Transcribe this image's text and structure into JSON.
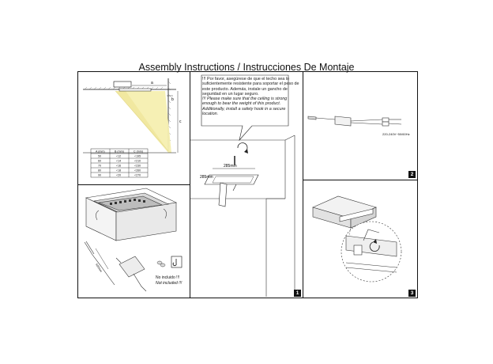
{
  "title": "Assembly Instructions / Instrucciones De Montaje",
  "table": {
    "headers": [
      "A (mm)",
      "B (mm)",
      "C (mm)"
    ],
    "rows": [
      [
        "50",
        "<12",
        "<195"
      ],
      [
        "60",
        "<14",
        "<210"
      ],
      [
        "70",
        "<16",
        "<230"
      ],
      [
        "80",
        "<18",
        "<260"
      ],
      [
        "90",
        "<20",
        "<270"
      ]
    ]
  },
  "diagram1": {
    "a_label": "a",
    "c_label": "c",
    "b_label": "b"
  },
  "note": {
    "es": "!!! Por favor, asegúrese de que el techo sea lo suficientemente resistente para soportar el peso de este producto. Además, instale un gancho de seguridad en un lugar seguro.",
    "en": "!!! Please make sure that the ceiling is strong enough to bear the weight of this product. Additionally, install a safety hook in a secure location."
  },
  "cutout": {
    "width_label": "285mm",
    "height_label": "285mm"
  },
  "driver_label": "220-240V~50/60Hz",
  "cable_label": "600mm",
  "not_included": {
    "es": "No incluido !!!",
    "en": "Not included !!!"
  },
  "panel_numbers": [
    "1",
    "2",
    "3"
  ]
}
